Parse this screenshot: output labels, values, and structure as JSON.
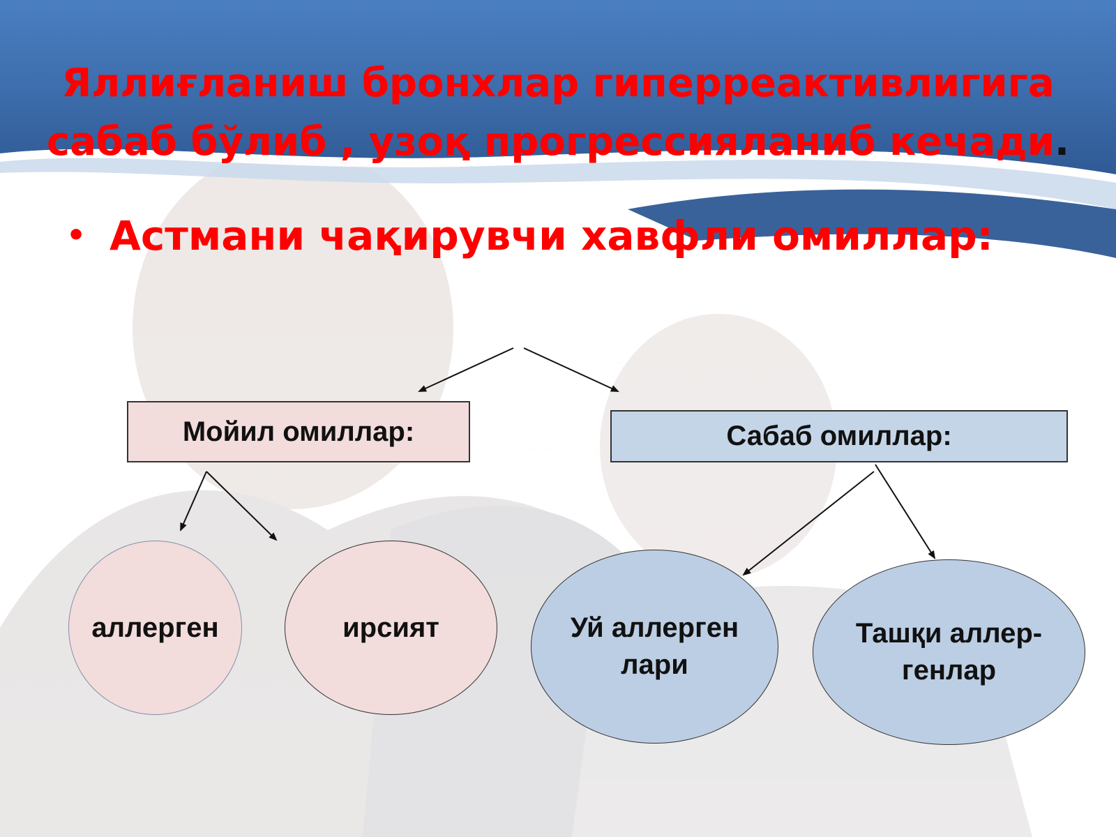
{
  "title": {
    "line1": "Яллиғланиш бронхлар гиперреактивлигига",
    "line2": "сабаб бўлиб , узоқ прогрессияланиб кечади",
    "period": "."
  },
  "bullet": {
    "text": "Астмани чақирувчи хавфли омиллар:"
  },
  "diagram": {
    "left_box": "Мойил омиллар:",
    "right_box": "Сабаб омиллар:",
    "nodes": {
      "allergen": "аллерген",
      "heredity": "ирсият",
      "home_line1": "Уй аллерген",
      "home_line2": "лари",
      "outdoor_line1": "Ташқи аллер-",
      "outdoor_line2": "генлар"
    }
  },
  "colors": {
    "title_red": "#ff0000",
    "predisposing_fill": "#f3dcdc",
    "causal_fill": "#c5d5e8",
    "header_blue": "#3f74b8"
  }
}
